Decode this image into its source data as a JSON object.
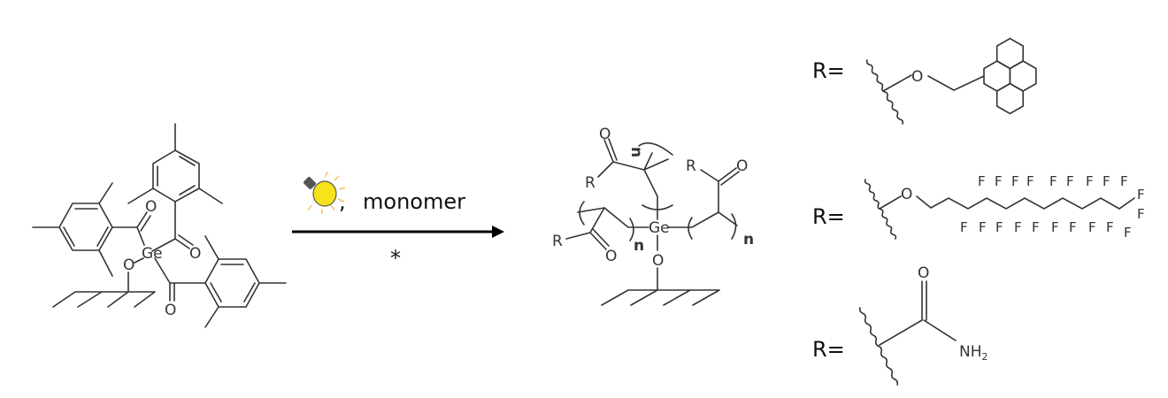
{
  "reaction": {
    "reagent_separator": ",",
    "reagent": "monomer",
    "condition_mark": "*",
    "light_icon": "light-bulb-icon",
    "bulb_color": "#f7e21b"
  },
  "atoms": {
    "O": "O",
    "Ge": "Ge",
    "R": "R",
    "n": "n",
    "F": "F",
    "NH": "NH",
    "sub2": "2"
  },
  "substituents": {
    "label_pyrene": "R=",
    "label_fluoro": "R=",
    "label_amide": "R="
  }
}
